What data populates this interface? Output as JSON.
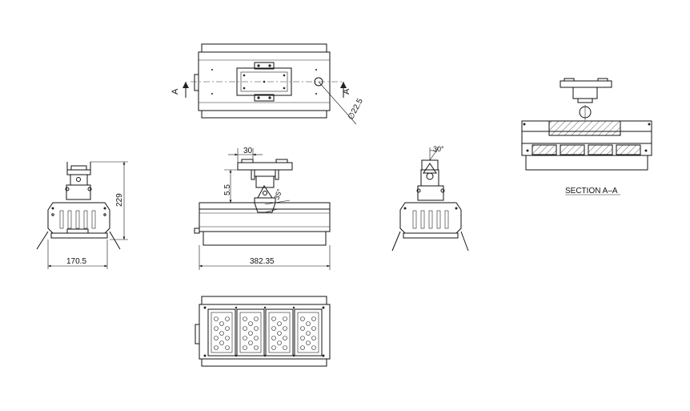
{
  "dimensions": {
    "height": "229",
    "width_side": "170.5",
    "width_front": "382.35",
    "bracket_width": "30",
    "bracket_offset": "5.5",
    "tilt_angle_front": "35°",
    "tilt_angle_side": "30°",
    "hole_diameter": "∅22.5"
  },
  "section": {
    "marker": "A",
    "title": "SECTION A–A"
  }
}
